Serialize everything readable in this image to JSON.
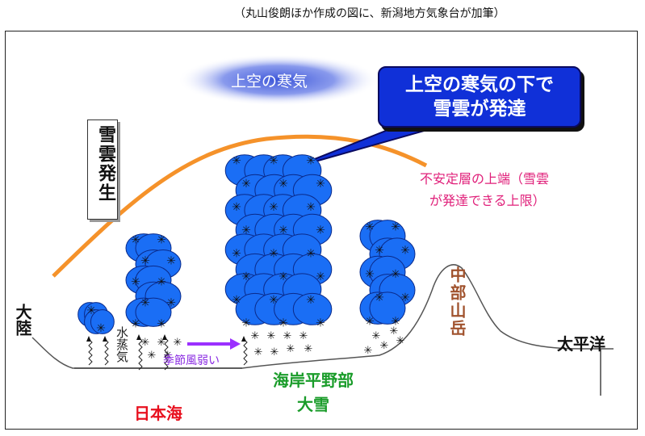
{
  "credit": "（丸山俊朗ほか作成の図に、新潟地方気象台が加筆）",
  "labels": {
    "upper_cold": "上空の寒気",
    "callout_line1": "上空の寒気の下で",
    "callout_line2": "雪雲が発達",
    "snow_generation": "雪雲発生",
    "unstable_line1": "不安定層の上端（雪雲",
    "unstable_line2": "が発達できる上限）",
    "continent": "大陸",
    "water_vapor": "水蒸気",
    "monsoon_weak": "季節風弱い",
    "chubu_mountains": "中部山岳",
    "pacific": "太平洋",
    "coastal_plain": "海岸平野部",
    "heavy_snow": "大雪",
    "sea_of_japan": "日本海"
  },
  "colors": {
    "cloud": "#1a6ef5",
    "cloud_outline": "#0a2a8a",
    "upper_cold_glow": "#3b55d8",
    "unstable_curve": "#f5922a",
    "callout": "#1030d8",
    "unstable_text": "#e0207a",
    "monsoon_arrow": "#9b30ff",
    "coastal_text": "#1a9c2a",
    "chubu_text": "#a0522d",
    "japan_sea_text": "#e8101e"
  }
}
